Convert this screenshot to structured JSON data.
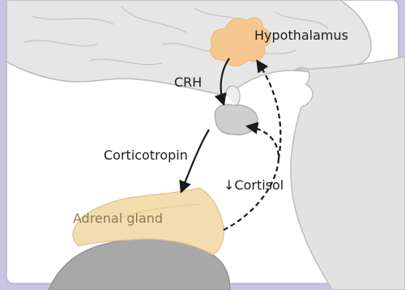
{
  "labels": {
    "hypothalamus": "Hypothalamus",
    "crh": "CRH",
    "corticotropin": "Corticotropin",
    "cortisol": "↓Cortisol",
    "adrenal": "Adrenal gland"
  },
  "colors": {
    "frame": "#c9c4e2",
    "panel": "#ffffff",
    "brain_fill": "#e6e6e6",
    "brain_outline": "#b9b9b9",
    "hypothalamus": "#f6c88f",
    "pituitary": "#cfcfcf",
    "adrenal_fill": "#f3dcae",
    "kidney": "#a8a8a8",
    "arrow": "#1a1a1a"
  }
}
